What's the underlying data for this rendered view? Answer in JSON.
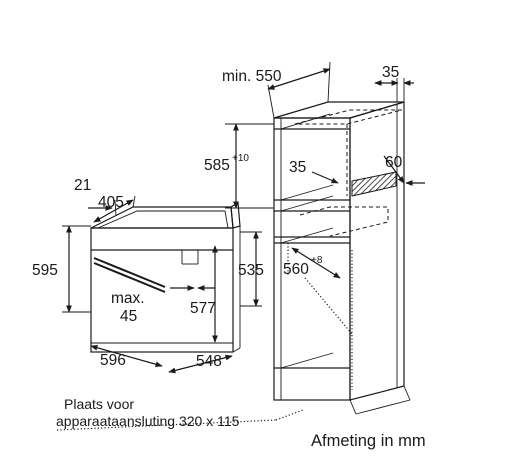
{
  "labels": {
    "min550": "min. 550",
    "d35_top": "35",
    "d585": "585",
    "d585_tol": "+10",
    "d35_mid": "35",
    "d60": "60",
    "d560": "560",
    "d560_tol": "+8",
    "d21": "21",
    "d405": "405",
    "d595": "595",
    "d535": "535",
    "max_line1": "max.",
    "max_line2": "45",
    "d577": "577",
    "d596": "596",
    "d548": "548",
    "note_line1": "Plaats voor",
    "note_line2": "apparaataansluting 320 x 115",
    "units": "Afmeting in mm"
  }
}
